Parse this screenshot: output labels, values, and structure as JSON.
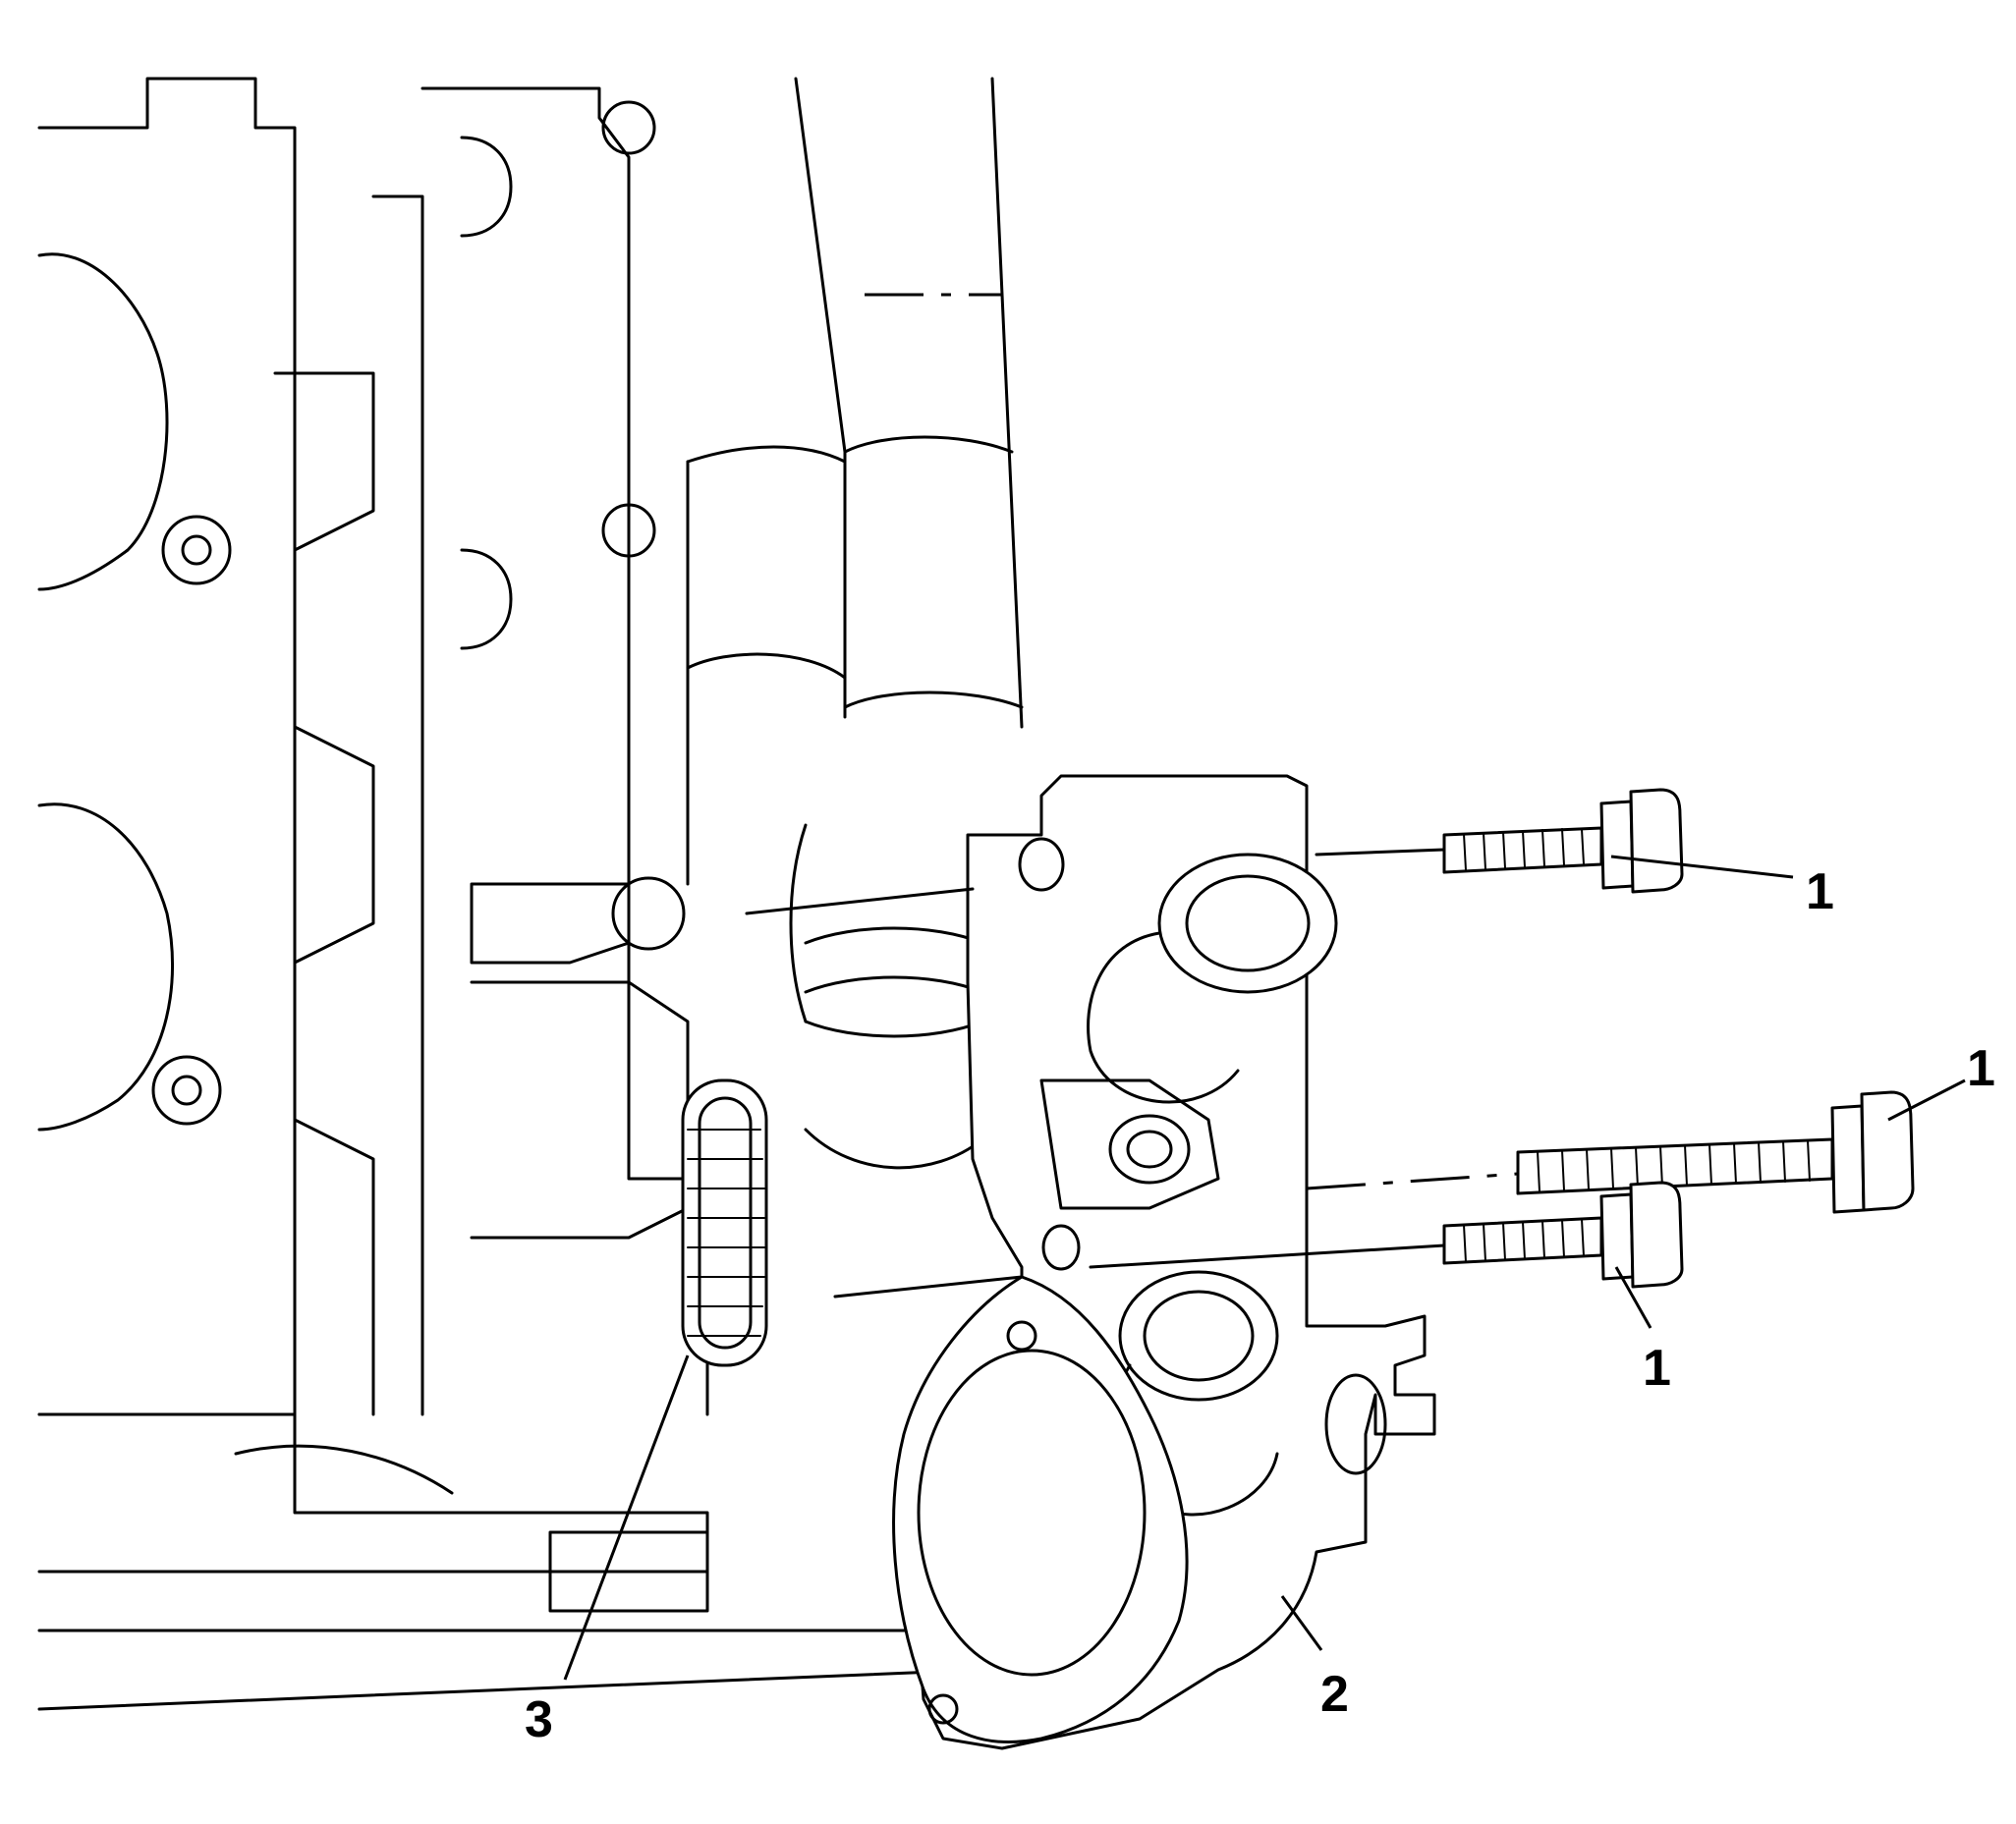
{
  "diagram": {
    "callouts": [
      {
        "id": "bolt-upper",
        "label": "1"
      },
      {
        "id": "bolt-long",
        "label": "1"
      },
      {
        "id": "bolt-lower",
        "label": "1"
      },
      {
        "id": "thermostat-housing",
        "label": "2"
      },
      {
        "id": "seal",
        "label": "3"
      }
    ]
  },
  "colors": {
    "line": "#000000",
    "background": "#ffffff"
  }
}
